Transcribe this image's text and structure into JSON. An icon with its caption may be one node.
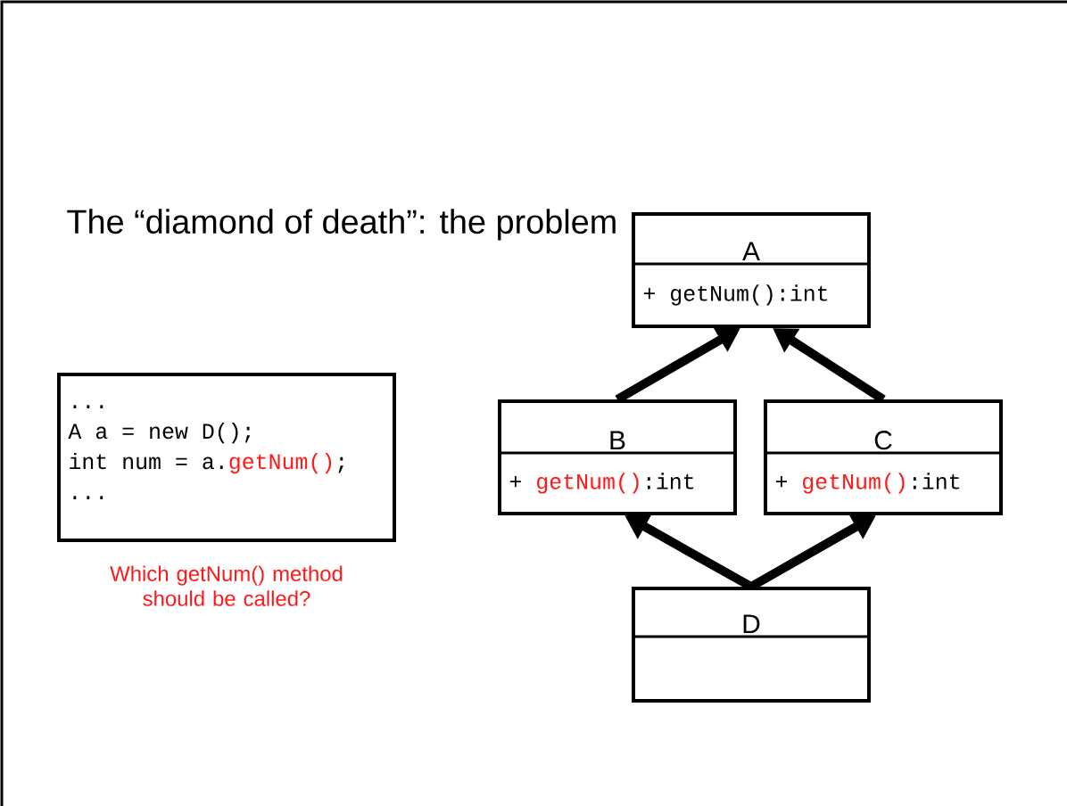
{
  "diagram": {
    "title": "The “diamond of death”: the problem",
    "nodes": [
      {
        "text": [
          "...",
          "A a = new D();",
          "int num = a.",
          "getNum()",
          ";",
          "..."
        ],
        "beside": [
          "Which getNum() method should be called?"
        ]
      },
      {
        "text": [
          "A",
          "+ getNum():int"
        ]
      },
      {
        "text": [
          "B",
          "+",
          "getNum()",
          ":int"
        ]
      },
      {
        "text": [
          "C",
          "+",
          "getNum()",
          ":int"
        ]
      },
      {
        "text": [
          "D"
        ]
      }
    ],
    "edges": [
      {
        "from": 2,
        "to": 1,
        "arrow": "to"
      },
      {
        "from": 3,
        "to": 1,
        "arrow": "to"
      },
      {
        "from": 4,
        "to": 2,
        "arrow": "to"
      },
      {
        "from": 4,
        "to": 3,
        "arrow": "to"
      }
    ]
  }
}
